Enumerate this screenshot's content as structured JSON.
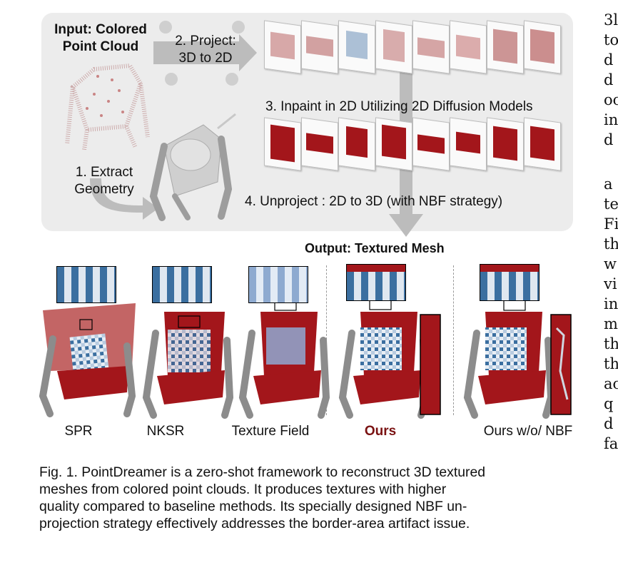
{
  "pipeline": {
    "input_label": "Input: Colored Point Cloud",
    "step1": "1. Extract Geometry",
    "step2": "2. Project: 3D to 2D",
    "step3": "3. Inpaint in 2D Utilizing 2D Diffusion Models",
    "step4": "4. Unproject : 2D to 3D (with NBF strategy)",
    "output_label": "Output: Textured Mesh"
  },
  "results": {
    "methods": [
      "SPR",
      "NKSR",
      "Texture Field",
      "Ours",
      "Ours w/o/ NBF"
    ],
    "highlight_color": "#7a1212"
  },
  "caption": {
    "lines": [
      "Fig. 1. PointDreamer is a zero-shot framework to reconstruct 3D textured",
      "meshes from colored point clouds. It produces textures with higher",
      "quality compared to baseline methods. Its specially designed NBF un-",
      "projection strategy effectively addresses the border-area artifact issue."
    ]
  },
  "side_text": {
    "lines": [
      "3l",
      "to",
      "d",
      "d",
      "oc",
      "in",
      "d",
      "",
      "a",
      "te",
      "Fi",
      "th",
      "w",
      "vi",
      "in",
      "m",
      "th",
      "th",
      "ac",
      "q",
      "d",
      "fa"
    ]
  },
  "colors": {
    "chair_red": "#a3161b",
    "frame_gray": "#8c8c8c",
    "panel": "#ececec",
    "arrow": "#bdbdbd"
  }
}
